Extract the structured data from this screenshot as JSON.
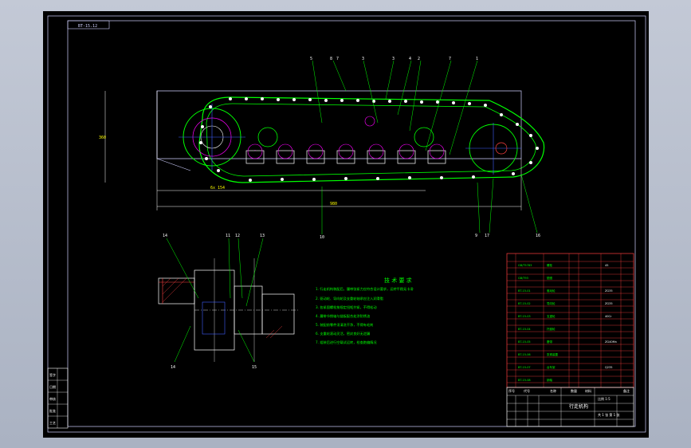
{
  "drawing_number": "BT-15.12",
  "tech_requirements": {
    "title": "技 术 要 求",
    "lines": [
      "1. 行走机构装配后，履带张紧力应符合设计要求，运转平稳无卡滞",
      "2. 驱动轮、导向轮及支重轮轴承应注入润滑脂",
      "3. 各紧固螺栓按规定扭矩拧紧，不得松动",
      "4. 履带节销轴与链板配合处涂防锈油",
      "5. 装配前零件须清洗干净，不得有毛刺",
      "6. 支重轮滚动灵活，密封良好无泄漏",
      "7. 组装后进行空载试运转，检查跑偏情况"
    ]
  },
  "title_block": {
    "name_label": "行走机构",
    "scale_label": "比例 1:5",
    "sheet_label": "共 1 张 第 1 张",
    "headers": [
      "序号",
      "代号",
      "名称",
      "数量",
      "材料",
      "备注"
    ]
  },
  "left_stamp": [
    "签字",
    "日期",
    "审核",
    "批准",
    "工艺"
  ],
  "callouts_top": [
    "5",
    "8",
    "7",
    "3",
    "3",
    "4",
    "2",
    "7",
    "1"
  ],
  "callouts_bottom": [
    "10",
    "9",
    "17",
    "16"
  ],
  "callouts_section": [
    "14",
    "11",
    "12",
    "13",
    "14",
    "15"
  ]
}
